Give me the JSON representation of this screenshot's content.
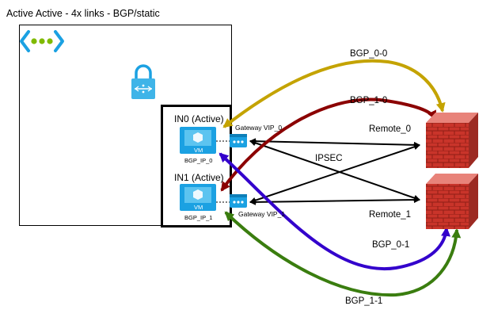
{
  "title": "Active Active - 4x links - BGP/static",
  "instances": [
    {
      "label": "IN0 (Active)",
      "vm_text": "VM",
      "ip_label": "BGP_IP_0"
    },
    {
      "label": "IN1 (Active)",
      "vm_text": "VM",
      "ip_label": "BGP_IP_1"
    }
  ],
  "gateways": [
    "Gateway VIP_0",
    "Gateway VIP_1"
  ],
  "remotes": [
    "Remote_0",
    "Remote_1"
  ],
  "ipsec_label": "IPSEC",
  "bgp_sessions": [
    "BGP_0-0",
    "BGP_1-0",
    "BGP_0-1",
    "BGP_1-1"
  ],
  "colors": {
    "bgp_0_0": "#C4A300",
    "bgp_1_0": "#8B0000",
    "bgp_0_1": "#3300CC",
    "bgp_1_1": "#3A7D0F",
    "azure_blue": "#1BA1E2",
    "firewall_red": "#C0392B"
  },
  "icons": [
    "vnet-icon",
    "lock-icon",
    "vm-icon",
    "gateway-icon",
    "firewall-icon"
  ]
}
